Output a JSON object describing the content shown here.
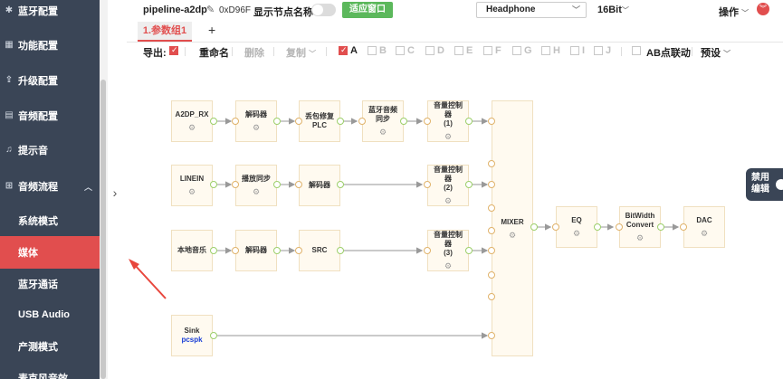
{
  "sidebar": {
    "items": [
      {
        "label": "蓝牙配置",
        "icon": "bluetooth-icon"
      },
      {
        "label": "功能配置",
        "icon": "function-icon"
      },
      {
        "label": "升级配置",
        "icon": "upgrade-icon"
      },
      {
        "label": "音频配置",
        "icon": "audio-icon"
      },
      {
        "label": "提示音",
        "icon": "bell-icon"
      },
      {
        "label": "音频流程",
        "icon": "flow-icon"
      }
    ],
    "sub_items": [
      {
        "label": "系统模式"
      },
      {
        "label": "媒体"
      },
      {
        "label": "蓝牙通话"
      },
      {
        "label": "USB Audio"
      },
      {
        "label": "产测模式"
      },
      {
        "label": "麦克风音效"
      }
    ]
  },
  "header": {
    "title": "pipeline-a2dp",
    "hex_id": "0xD96F",
    "show_node_name_label": "显示节点名称",
    "fit_button": "适应窗口",
    "device_select": "Headphone",
    "bit_depth": "16Bit",
    "operation_label": "操作"
  },
  "tabs": {
    "active": "1.参数组1",
    "add": "+"
  },
  "toolbar": {
    "export_label": "导出:",
    "rename": "重命名",
    "delete": "删除",
    "copy": "复制",
    "groups": [
      "A",
      "B",
      "C",
      "D",
      "E",
      "F",
      "G",
      "H",
      "I",
      "J"
    ],
    "ab_link": "AB点联动",
    "preset": "预设"
  },
  "nodes": {
    "a2dp_rx": "A2DP_RX",
    "decoder1": "解码器",
    "plc_1": "丢包修复",
    "plc_2": "PLC",
    "bt_sync_1": "蓝牙音频",
    "bt_sync_2": "同步",
    "vol1_1": "音量控制",
    "vol1_2": "器",
    "vol1_3": "(1)",
    "linein": "LINEIN",
    "play_sync": "播放同步",
    "decoder2": "解码器",
    "vol2_1": "音量控制",
    "vol2_2": "器",
    "vol2_3": "(2)",
    "local_music": "本地音乐",
    "decoder3": "解码器",
    "src": "SRC",
    "vol3_1": "音量控制",
    "vol3_2": "器",
    "vol3_3": "(3)",
    "mixer": "MIXER",
    "eq": "EQ",
    "bitwidth_1": "BitWidth",
    "bitwidth_2": "Convert",
    "dac": "DAC",
    "sink": "Sink",
    "sink_name": "pcspk"
  },
  "float_tag": {
    "line1": "禁用",
    "line2": "编辑"
  },
  "colors": {
    "sidebar_bg": "#3a4556",
    "accent": "#e14e4e",
    "fit_button": "#5cb85c",
    "node_bg": "#fffaf0"
  }
}
